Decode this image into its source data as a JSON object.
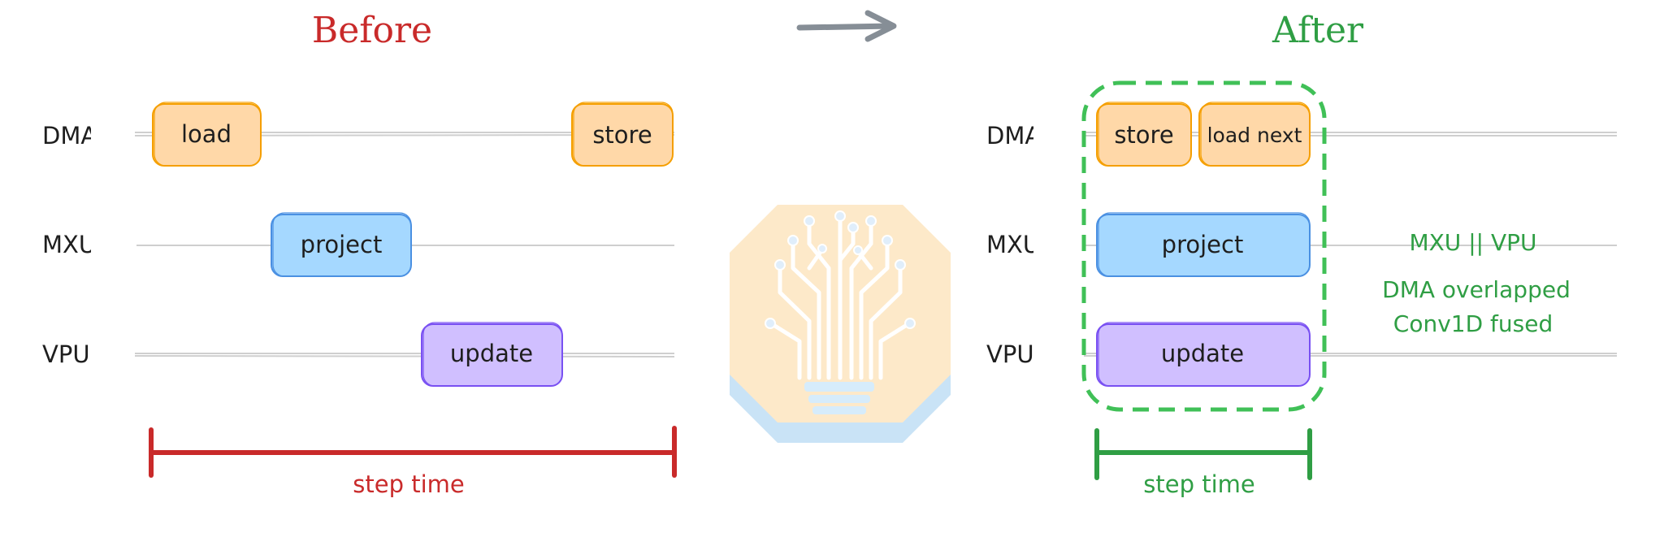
{
  "colors": {
    "before": "#c92a2a",
    "after": "#2f9e44",
    "dma_fill": "#ffd8a8",
    "dma_stroke": "#f59f00",
    "mxu_fill": "#a5d8ff",
    "mxu_stroke": "#4a90e2",
    "vpu_fill": "#d0bfff",
    "vpu_stroke": "#7950f2",
    "arrow": "#868e96",
    "lane": "#cfcfcf",
    "text": "#1e1e1e",
    "bulb_bg": "#fde9c9",
    "bulb_shadow": "#c9e3f6",
    "bulb_lines": "#ffffff"
  },
  "icons": {
    "transition": "right-arrow-icon",
    "center": "lightbulb-circuit-icon"
  },
  "before": {
    "title": "Before",
    "lanes": [
      "DMA",
      "MXU",
      "VPU"
    ],
    "blocks": {
      "load": "load",
      "store": "store",
      "project": "project",
      "update": "update"
    },
    "step_label": "step time"
  },
  "after": {
    "title": "After",
    "lanes": [
      "DMA",
      "MXU",
      "VPU"
    ],
    "blocks": {
      "store": "store",
      "load_next": "load next",
      "project": "project",
      "update": "update"
    },
    "step_label": "step time",
    "notes": [
      "MXU || VPU",
      "DMA overlapped",
      "Conv1D fused"
    ]
  }
}
